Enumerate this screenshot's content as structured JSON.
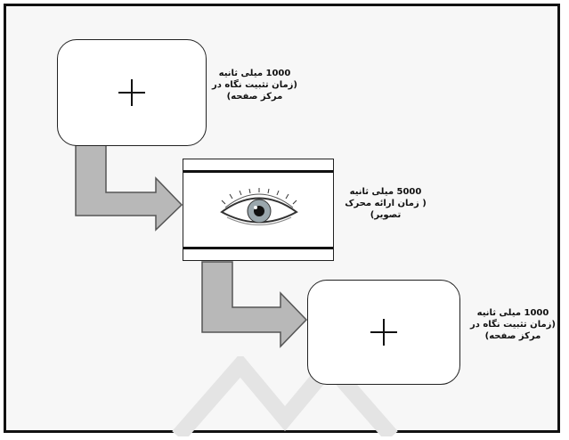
{
  "stages": [
    {
      "duration": "1000 میلی ثانیه",
      "line2": "(زمان تثبیت نگاه در",
      "line3": "مرکز صفحه)"
    },
    {
      "duration": "5000 میلی ثانیه",
      "line2": "( زمان ارائه محرک",
      "line3": "تصویر)"
    },
    {
      "duration": "1000 میلی ثانیه",
      "line2": "(زمان تثبیت نگاه در",
      "line3": "مرکز صفحه)"
    }
  ],
  "icons": {
    "fixation": "plus-cross-icon",
    "stimulus": "eye-icon",
    "transition": "elbow-arrow-icon"
  },
  "colors": {
    "arrow_fill": "#b8b8b8",
    "border": "#111111"
  }
}
